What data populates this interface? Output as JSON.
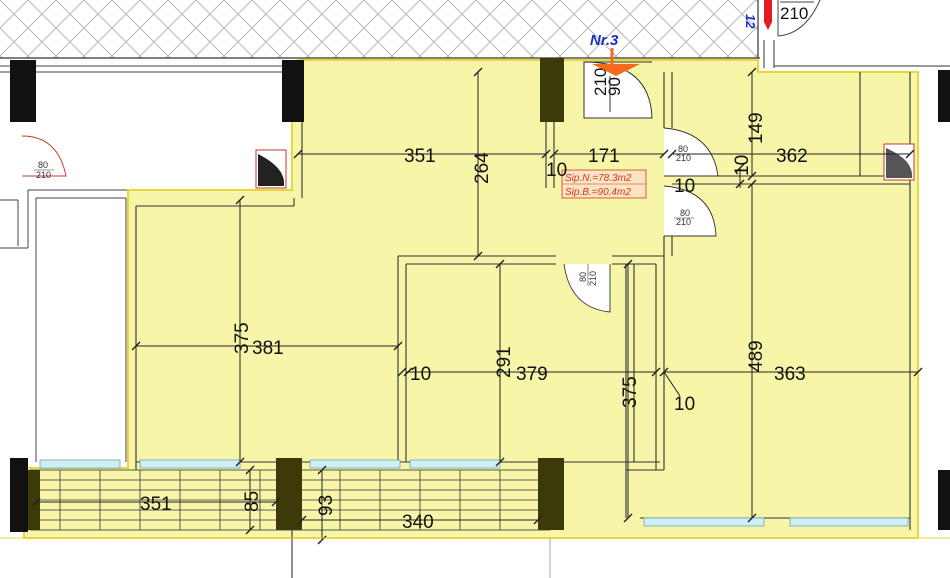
{
  "apartment_label": "Nr.3",
  "area_net": "Sip.N.=78.3m2",
  "area_gross": "Sip.B.=90.4m2",
  "top_corner": {
    "left_digits": "12",
    "door_height": "210"
  },
  "entrance_door": {
    "width": "90",
    "height": "210"
  },
  "doors": [
    {
      "width": "80",
      "height": "210"
    },
    {
      "width": "80",
      "height": "210"
    },
    {
      "width": "80",
      "height": "210"
    },
    {
      "width": "80",
      "height": "210"
    }
  ],
  "dimensions": {
    "living_top_width": "351",
    "hall_depth": "264",
    "wall_a": "10",
    "hall_width": "171",
    "wall_b": "10",
    "wall_c": "10",
    "bath_depth": "149",
    "bath_width": "362",
    "left_room_depth": "375",
    "left_room_width": "381",
    "wall_d": "10",
    "middle_depth": "291",
    "middle_width": "379",
    "right_room_depth": "375",
    "wall_e": "10",
    "right_room_height": "489",
    "right_room_width": "363",
    "balcony_left_width": "351",
    "balcony_depth_a": "85",
    "balcony_depth_b": "93",
    "balcony_right_width": "340"
  },
  "colors": {
    "room_fill": "#f7f5a8",
    "room_outline": "#e8d63a",
    "wall": "#3d3a0a",
    "door_arc": "#c0392b",
    "accent_arrow": "#f26a1b",
    "label_blue": "#1a2ec8"
  }
}
